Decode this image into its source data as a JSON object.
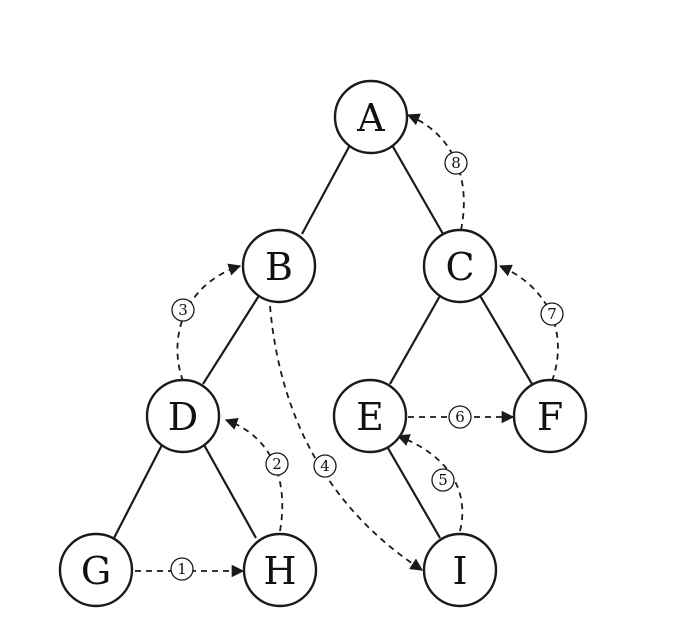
{
  "nodes": [
    {
      "id": "A",
      "label": "A"
    },
    {
      "id": "B",
      "label": "B"
    },
    {
      "id": "C",
      "label": "C"
    },
    {
      "id": "D",
      "label": "D"
    },
    {
      "id": "E",
      "label": "E"
    },
    {
      "id": "F",
      "label": "F"
    },
    {
      "id": "G",
      "label": "G"
    },
    {
      "id": "H",
      "label": "H"
    },
    {
      "id": "I",
      "label": "I"
    }
  ],
  "edges": [
    {
      "from": "A",
      "to": "B"
    },
    {
      "from": "A",
      "to": "C"
    },
    {
      "from": "B",
      "to": "D"
    },
    {
      "from": "C",
      "to": "E"
    },
    {
      "from": "C",
      "to": "F"
    },
    {
      "from": "D",
      "to": "G"
    },
    {
      "from": "D",
      "to": "H"
    },
    {
      "from": "E",
      "to": "I"
    }
  ],
  "threads": [
    {
      "step": "1",
      "from": "G",
      "to": "H"
    },
    {
      "step": "2",
      "from": "H",
      "to": "D"
    },
    {
      "step": "3",
      "from": "D",
      "to": "B"
    },
    {
      "step": "4",
      "from": "B",
      "to": "I"
    },
    {
      "step": "5",
      "from": "I",
      "to": "E"
    },
    {
      "step": "6",
      "from": "E",
      "to": "F"
    },
    {
      "step": "7",
      "from": "F",
      "to": "C"
    },
    {
      "step": "8",
      "from": "C",
      "to": "A"
    }
  ]
}
